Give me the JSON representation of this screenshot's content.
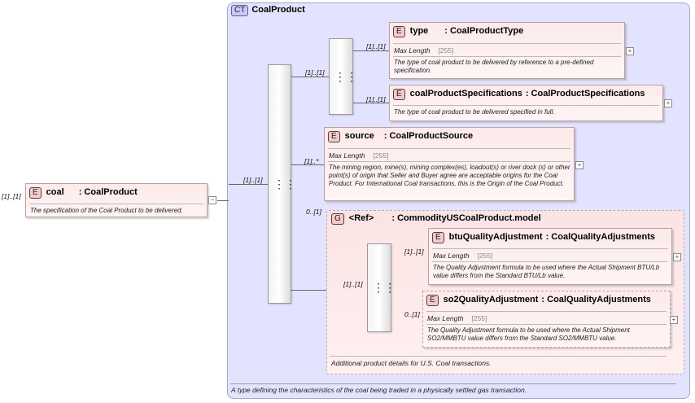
{
  "root": {
    "cardinality": "[1]..[1]",
    "badge": "E",
    "name": "coal",
    "type": ": CoalProduct",
    "description": "The specification of the Coal Product to be delivered.",
    "toggle": "−"
  },
  "complex_type": {
    "badge": "CT",
    "name": "CoalProduct",
    "footer": "A type defining the characteristics of the coal being traded in a physically settled gas transaction."
  },
  "main_sequence": {
    "cardinality": "[1]..[1]"
  },
  "choice": {
    "cardinality": "[1]..[1]"
  },
  "elements": {
    "type": {
      "badge": "E",
      "cardinality": "[1]..[1]",
      "name": "type",
      "type": ": CoalProductType",
      "facet_label": "Max Length",
      "facet_value": "[255]",
      "description": "The type of coal product to be delivered by reference to a pre-defined specification.",
      "toggle": "+"
    },
    "specs": {
      "badge": "E",
      "cardinality": "[1]..[1]",
      "name": "coalProductSpecifications",
      "type": ": CoalProductSpecifications",
      "description": "The type of coal product to be delivered specified in full.",
      "toggle": "+"
    },
    "source": {
      "badge": "E",
      "cardinality": "[1]..*",
      "name": "source",
      "type": ": CoalProductSource",
      "facet_label": "Max Length",
      "facet_value": "[255]",
      "description": "The mining region, mine(s), mining complex(es), loadout(s) or river dock (s) or other point(s) of origin that Seller and Buyer agree are acceptable origins for the Coal Product. For International Coal transactions, this is the Origin of the Coal Product.",
      "toggle": "+"
    },
    "btu": {
      "badge": "E",
      "cardinality": "[1]..[1]",
      "name": "btuQualityAdjustment",
      "type": ": CoalQualityAdjustments",
      "facet_label": "Max Length",
      "facet_value": "[255]",
      "description": "The Quality Adjustment formula to be used where the Actual Shipment BTU/Lb value differs from the Standard BTU/Lb value.",
      "toggle": "+"
    },
    "so2": {
      "badge": "E",
      "cardinality": "0..[1]",
      "name": "so2QualityAdjustment",
      "type": ": CoalQualityAdjustments",
      "facet_label": "Max Length",
      "facet_value": "[255]",
      "description": "The Quality Adjustment formula to be used where the Actual Shipment SO2/MMBTU value differs from the Standard SO2/MMBTU value.",
      "toggle": "+"
    }
  },
  "group": {
    "badge": "G",
    "cardinality": "0..[1]",
    "name": "<Ref>",
    "type": ": CommodityUSCoalProduct.model",
    "description": "Additional product details for U.S. Coal transactions.",
    "seq_cardinality": "[1]..[1]"
  }
}
